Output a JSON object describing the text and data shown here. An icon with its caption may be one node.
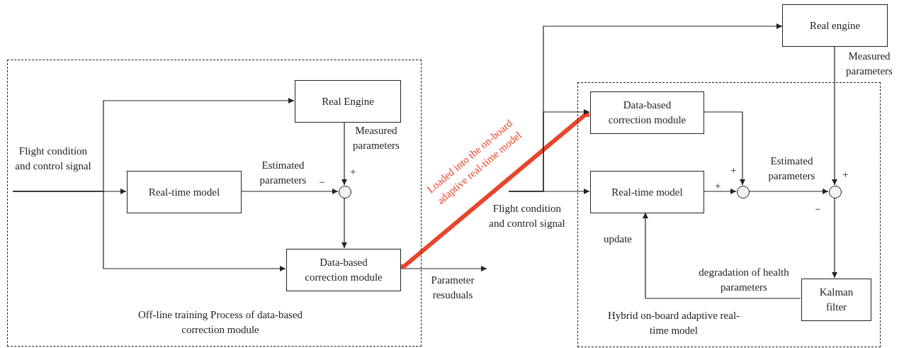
{
  "diagram": {
    "nodes": [
      {
        "text": [
          "Off-line training Process of data-based correction module"
        ]
      },
      {
        "text": [
          "Real Engine"
        ],
        "in": 0
      },
      {
        "text": [
          "Real-time model"
        ],
        "in": 0
      },
      {
        "text": [],
        "shape": "circle",
        "in": 0
      },
      {
        "text": [
          "Data-based correction module"
        ],
        "in": 0
      },
      {
        "text": [
          "Hybrid on-board adaptive real-time model"
        ]
      },
      {
        "text": [
          "Real engine"
        ]
      },
      {
        "text": [
          "Data-based correction module"
        ],
        "in": 5
      },
      {
        "text": [
          "Real-time model"
        ],
        "in": 5
      },
      {
        "text": [],
        "shape": "circle",
        "in": 5
      },
      {
        "text": [],
        "shape": "circle",
        "in": 5
      },
      {
        "text": [
          "Kalman filter"
        ],
        "in": 5
      }
    ],
    "edges": [
      {
        "from": null,
        "to": 1,
        "arrow": "to"
      },
      {
        "from": null,
        "to": 2,
        "arrow": "to"
      },
      {
        "from": null,
        "to": 4,
        "arrow": "to"
      },
      {
        "from": 1,
        "to": 3,
        "arrow": "to",
        "label": "Measured parameters"
      },
      {
        "from": 2,
        "to": 3,
        "arrow": "to",
        "label": "Estimated parameters"
      },
      {
        "from": 3,
        "to": 4,
        "arrow": "to"
      },
      {
        "from": 4,
        "to": null,
        "arrow": "to",
        "label": "Parameter resuduals"
      },
      {
        "from": 4,
        "to": 7,
        "arrow": "to",
        "label": "Loaded into the on-board adaptive real-time model",
        "style": "thick",
        "color": "#e8452c"
      },
      {
        "from": null,
        "to": 8,
        "arrow": "to"
      },
      {
        "from": null,
        "to": 6,
        "arrow": "to"
      },
      {
        "from": null,
        "to": 7,
        "arrow": "to"
      },
      {
        "from": 7,
        "to": 9,
        "arrow": "to"
      },
      {
        "from": 8,
        "to": 9,
        "arrow": "to"
      },
      {
        "from": 9,
        "to": 10,
        "arrow": "to",
        "label": "Estimated parameters"
      },
      {
        "from": 6,
        "to": 10,
        "arrow": "to",
        "label": "Measured parameters"
      },
      {
        "from": 10,
        "to": 11,
        "arrow": "to"
      },
      {
        "from": 11,
        "to": 8,
        "arrow": "to",
        "label": "degradation of health parameters"
      }
    ],
    "labels": [
      "Flight condition and control signal",
      "+",
      "−",
      "Flight condition and control signal",
      "+",
      "+",
      "+",
      "update",
      "−"
    ]
  }
}
